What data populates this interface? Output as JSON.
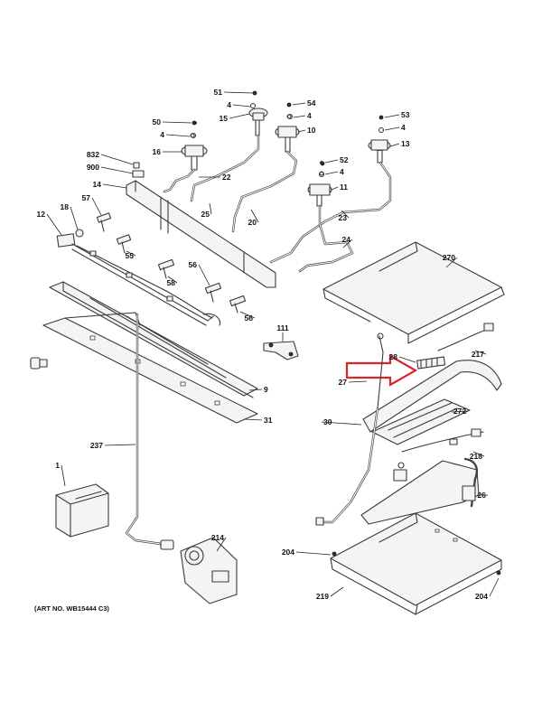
{
  "callouts": {
    "c51": "51",
    "c4a": "4",
    "c15": "15",
    "c54": "54",
    "c4b": "4",
    "c10": "10",
    "c50": "50",
    "c4c": "4",
    "c16": "16",
    "c53": "53",
    "c4d": "4",
    "c13": "13",
    "c832": "832",
    "c900": "900",
    "c22": "22",
    "c52": "52",
    "c4e": "4",
    "c11": "11",
    "c14": "14",
    "c25": "25",
    "c20": "20",
    "c23": "23",
    "c57": "57",
    "c12": "12",
    "c18": "18",
    "c24": "24",
    "c55": "55",
    "c270": "270",
    "c58": "58",
    "c56a": "56",
    "c56b": "56",
    "c111": "111",
    "c28": "28",
    "c217": "217",
    "c27": "27",
    "c9": "9",
    "c272": "272",
    "c31": "31",
    "c30": "30",
    "c237": "237",
    "c218": "218",
    "c1": "1",
    "c26": "26",
    "c214": "214",
    "c204a": "204",
    "c219": "219",
    "c204b": "204"
  },
  "art_number": "(ART NO. WB15444 C3)",
  "highlight_color": "#d9242b"
}
